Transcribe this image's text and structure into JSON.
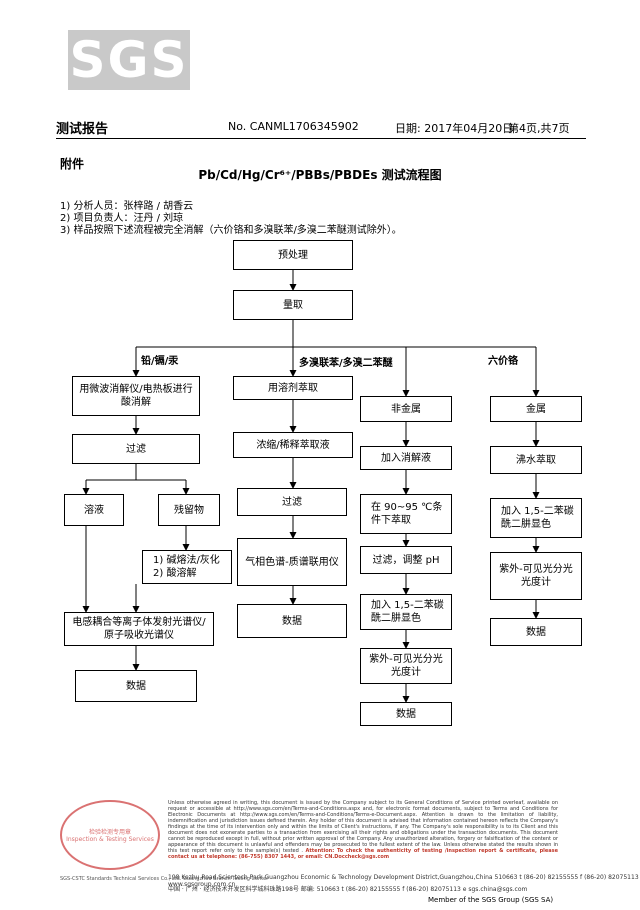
{
  "header": {
    "logo": "SGS",
    "title": "测试报告",
    "report_no": "No. CANML1706345902",
    "date": "日期: 2017年04月20日",
    "page": "第4页,共7页"
  },
  "appendix": "附件",
  "doc_title": "Pb/Cd/Hg/Cr⁶⁺/PBBs/PBDEs 测试流程图",
  "info": [
    "1) 分析人员：张梓路 / 胡香云",
    "2) 项目负责人：汪丹 / 刘琼",
    "3) 样品按照下述流程被完全消解（六价铬和多溴联苯/多溴二苯醚测试除外）。"
  ],
  "flow": {
    "pretreat": "预处理",
    "weigh": "量取",
    "branch_metals": "铅/镉/汞",
    "branch_pbb": "多溴联苯/多溴二苯醚",
    "branch_cr": "六价铬",
    "col1": {
      "digest": "用微波消解仪/电热板进行酸消解",
      "filter": "过滤",
      "solution": "溶液",
      "residue": "残留物",
      "residue_methods": "1) 碱熔法/灰化\n2) 酸溶解",
      "icp": "电感耦合等离子体发射光谱仪/原子吸收光谱仪",
      "data": "数据"
    },
    "col2": {
      "extract": "用溶剂萃取",
      "concentrate": "浓缩/稀释萃取液",
      "filter": "过滤",
      "gcms": "气相色谱-质谱联用仪",
      "data": "数据"
    },
    "col3": {
      "nonmetal": "非金属",
      "add_digest": "加入消解液",
      "heat": "在 90~95 ℃条件下萃取",
      "filter_ph": "过滤，调整 pH",
      "add_reagent": "加入 1,5-二苯碳酰二肼显色",
      "uv": "紫外-可见光分光光度计",
      "data": "数据"
    },
    "col4": {
      "metal": "金属",
      "boil": "沸水萃取",
      "add_reagent": "加入 1,5-二苯碳酰二肼显色",
      "uv": "紫外-可见光分光光度计",
      "data": "数据"
    }
  },
  "footer": {
    "seal_line1": "检验检测专用章",
    "seal_line2": "Inspection & Testing Services",
    "disclaimer": "Unless otherwise agreed in writing, this document is issued by the Company subject to its General Conditions of Service printed overleaf, available on request or accessible at http://www.sgs.com/en/Terms-and-Conditions.aspx and, for electronic format documents, subject to Terms and Conditions for Electronic Documents at http://www.sgs.com/en/Terms-and-Conditions/Terms-e-Document.aspx. Attention is drawn to the limitation of liability, indemnification and jurisdiction issues defined therein. Any holder of this document is advised that information contained hereon reflects the Company's findings at the time of its intervention only and within the limits of Client's instructions, if any. The Company's sole responsibility is to its Client and this document does not exonerate parties to a transaction from exercising all their rights and obligations under the transaction documents. This document cannot be reproduced except in full, without prior written approval of the Company. Any unauthorized alteration, forgery or falsification of the content or appearance of this document is unlawful and offenders may be prosecuted to the fullest extent of the law. Unless otherwise stated the results shown in this test report refer only to the sample(s) tested .",
    "attention": "Attention: To check the authenticity of testing /inspection report & certificate, please contact us at telephone: (86-755) 8307 1443, or email: CN.Doccheck@sgs.com",
    "addr_en": "198 Kezhu Road,Scientech Park Guangzhou Economic & Technology Development District,Guangzhou,China   510663   t (86-20) 82155555   f (86-20) 82075113   www.sgsgroup.com.cn",
    "addr_cn": "中国 · 广州 · 经济技术开发区科学城科珠路198号                                   邮编: 510663   t (86-20) 82155555   f (86-20) 82075113   e sgs.china@sgs.com",
    "sgs_small": "SGS-CSTC Standards Technical Services Co., Ltd. Guangzhou Branch Testing Center",
    "member": "Member of the SGS Group (SGS SA)"
  }
}
